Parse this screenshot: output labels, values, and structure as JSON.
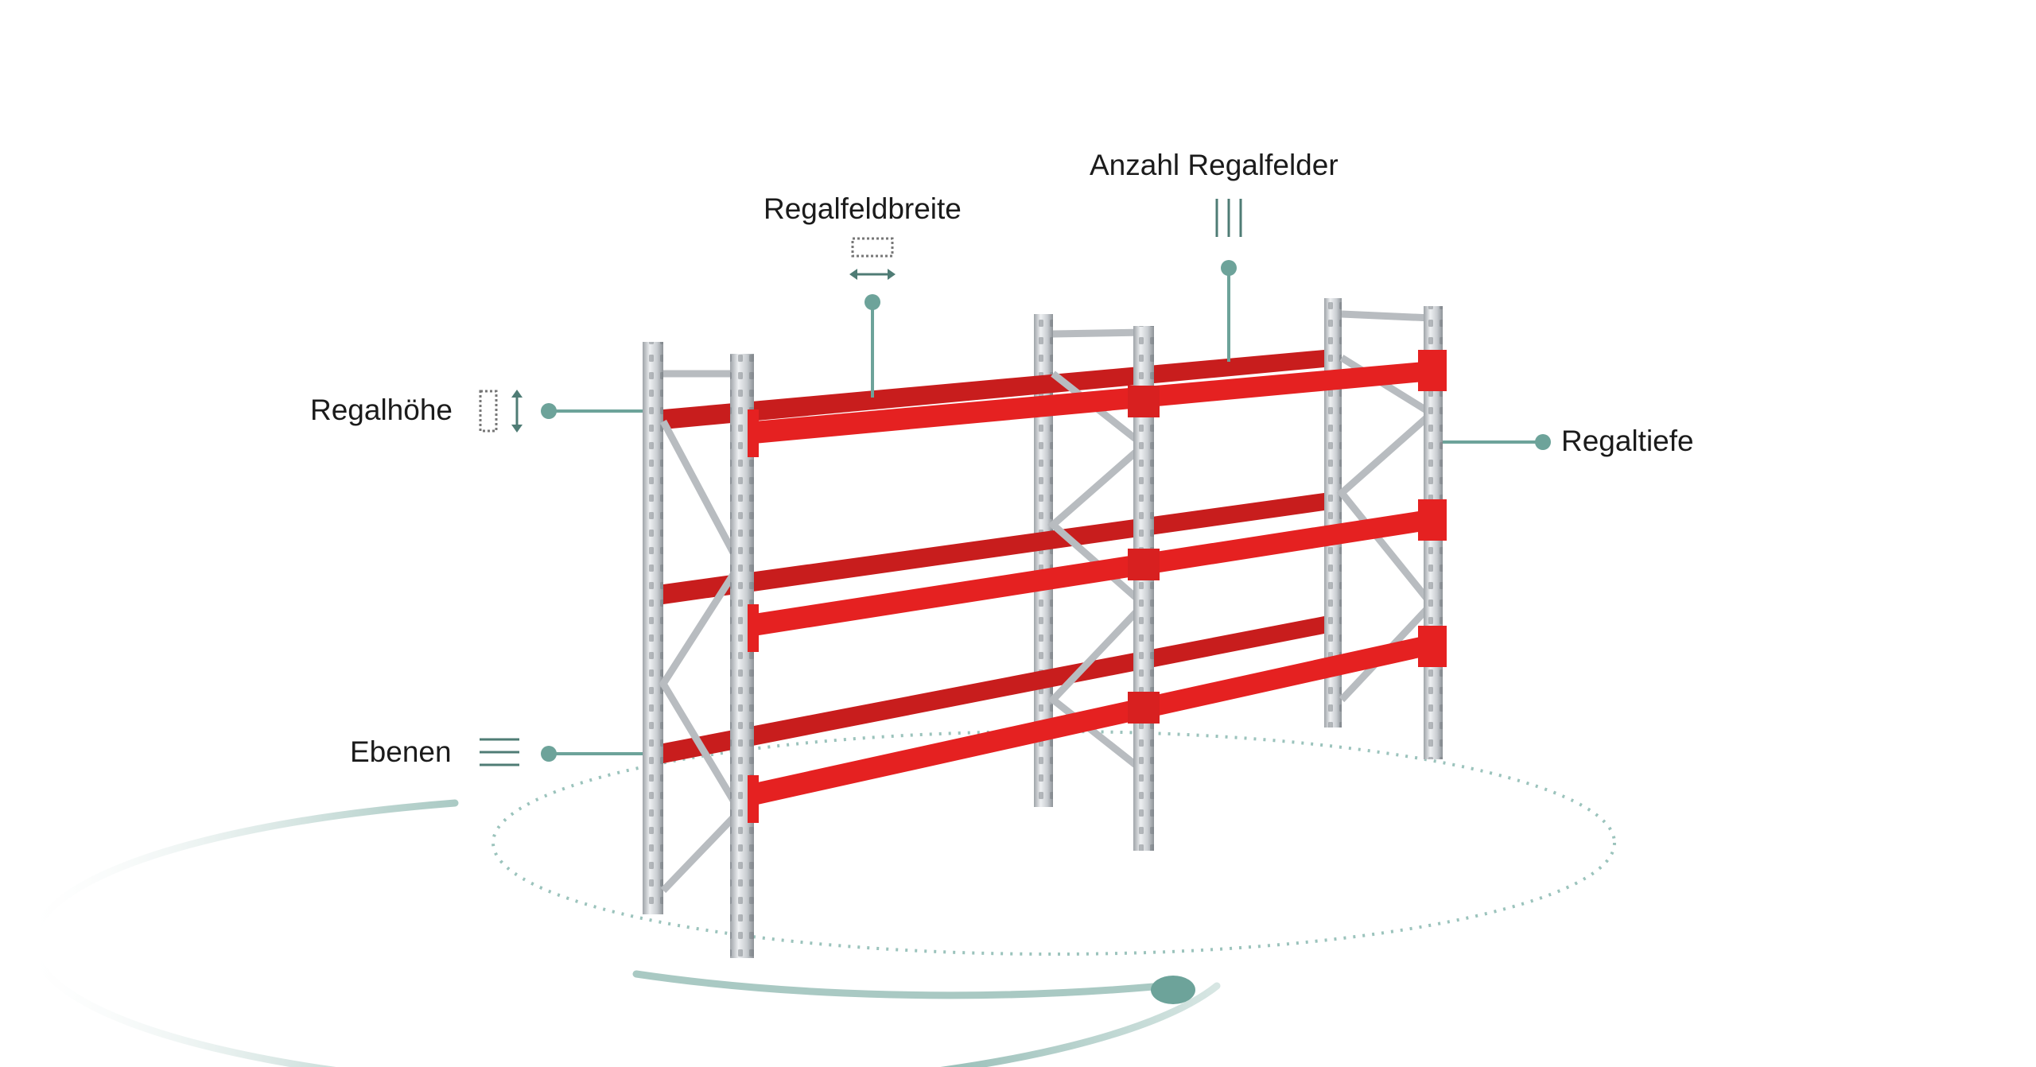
{
  "labels": {
    "height": "Regalhöhe",
    "bay_width": "Regalfeldbreite",
    "bay_count": "Anzahl Regalfelder",
    "depth": "Regaltiefe",
    "levels": "Ebenen"
  },
  "icons": {
    "height": "height-arrow-icon",
    "bay_width": "width-arrow-icon",
    "bay_count": "bays-icon",
    "levels": "levels-icon",
    "rotate": "rotate-handle-icon"
  },
  "colors": {
    "accent": "#6da39a",
    "beam": "#d91e1e",
    "upright": "#c5c9cd",
    "text": "#1b1b1b"
  }
}
